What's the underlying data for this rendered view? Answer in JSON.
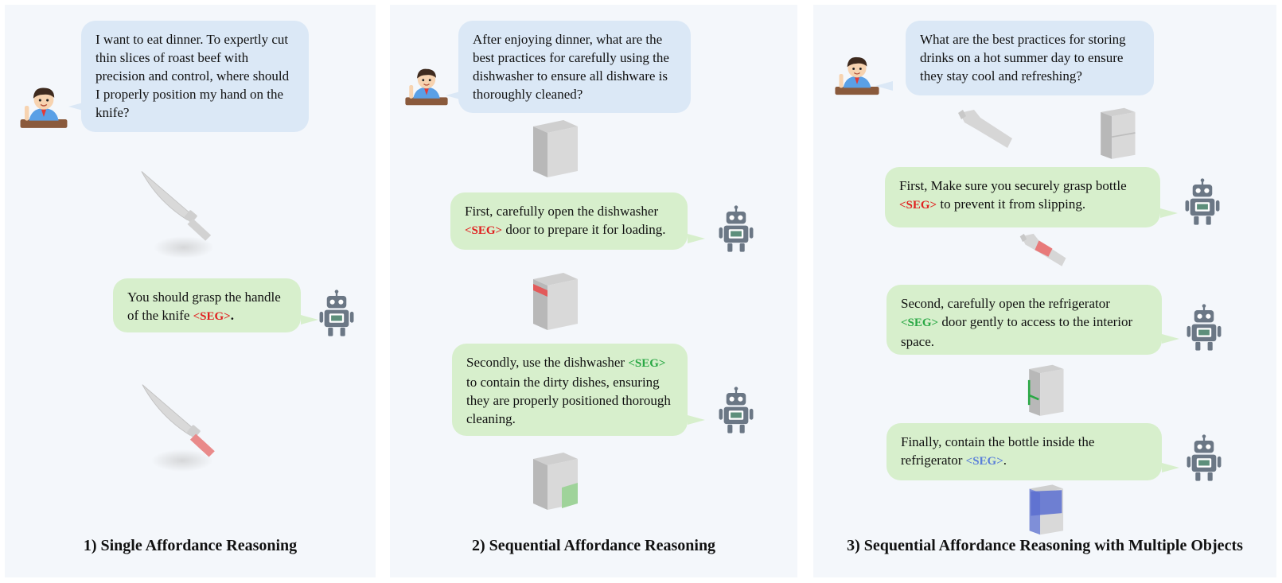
{
  "panels": [
    {
      "caption": "1) Single Affordance Reasoning",
      "question": "I want to eat dinner. To expertly cut thin slices of roast beef with precision and control, where should I properly position my hand on the knife?",
      "answers": [
        {
          "pre": "You should grasp the handle of the knife ",
          "seg": "<SEG>",
          "post": "."
        }
      ]
    },
    {
      "caption": "2) Sequential Affordance Reasoning",
      "question": "After enjoying dinner, what are the best practices for carefully using the dishwasher to ensure all dishware is thoroughly cleaned?",
      "answers": [
        {
          "pre": "First, carefully open the dishwasher ",
          "seg": "<SEG>",
          "post": " door to prepare it for loading."
        },
        {
          "pre": "Secondly, use the dishwasher ",
          "seg": "<SEG>",
          "post": " to contain the dirty dishes, ensuring they are properly positioned thorough cleaning."
        }
      ]
    },
    {
      "caption": "3) Sequential Affordance Reasoning with Multiple Objects",
      "question": "What are the best practices for storing drinks on a hot summer day to ensure they stay cool and refreshing?",
      "answers": [
        {
          "pre": "First, Make sure you securely grasp bottle ",
          "seg": "<SEG>",
          "post": "  to prevent it from slipping."
        },
        {
          "pre": "Second, carefully open the refrigerator ",
          "seg": "<SEG>",
          "post": " door gently to access to the interior  space."
        },
        {
          "pre": "Finally, contain the bottle inside the refrigerator ",
          "seg": "<SEG>",
          "post": "."
        }
      ]
    }
  ],
  "colors": {
    "question_bubble": "#dbe8f6",
    "answer_bubble": "#d7efcc",
    "seg_red": "#e02020",
    "seg_green": "#2aa845",
    "seg_blue": "#5a7fd9",
    "panel_bg": "#f4f7fb"
  },
  "icons": {
    "user": "boy-avatar-icon",
    "assistant": "robot-icon"
  }
}
